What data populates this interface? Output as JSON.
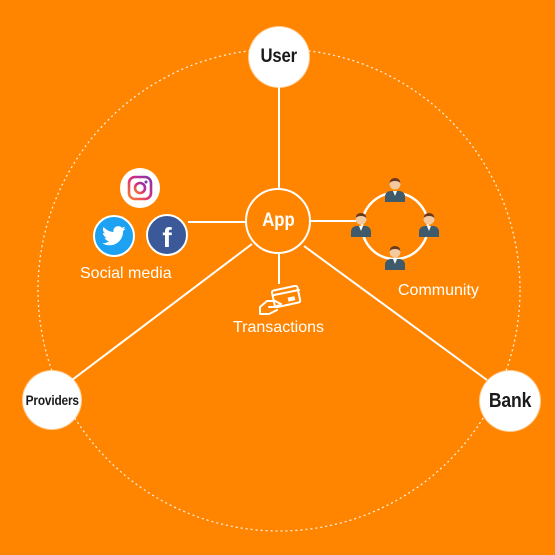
{
  "colors": {
    "background": "#FF8500",
    "node_fill": "#FFFFFF",
    "line": "#FFFFFF",
    "twitter": "#1DA1F2",
    "facebook": "#3B5998",
    "instagram": "#C13584"
  },
  "nodes": {
    "center": "App",
    "user": "User",
    "providers": "Providers",
    "bank": "Bank"
  },
  "labels": {
    "social_media": "Social media",
    "transactions": "Transactions",
    "community": "Community"
  },
  "icons": {
    "social": [
      "instagram-icon",
      "twitter-icon",
      "facebook-icon"
    ],
    "transactions": "credit-card-hand-icon",
    "community": "people-circle-icon",
    "facebook_glyph": "f"
  }
}
